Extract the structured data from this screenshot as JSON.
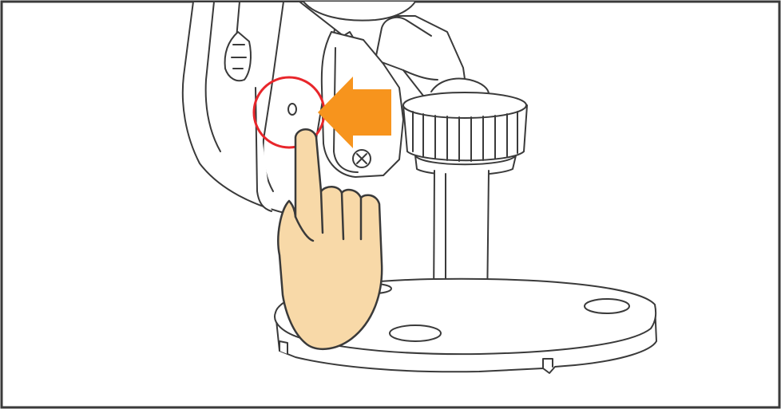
{
  "illustration": {
    "subject": "camera-mount-reset-button",
    "colors": {
      "line": "#3a3a3a",
      "frame_border": "#3a3a3a",
      "background": "#ffffff",
      "highlight_circle": "#e8262b",
      "arrow": "#f7941d",
      "hand_fill": "#f8d9a8",
      "hand_outline": "#3a3a3a"
    },
    "icons": {
      "arrow": "arrow-right-icon",
      "highlight": "circle-highlight",
      "hand": "pointing-hand"
    }
  }
}
